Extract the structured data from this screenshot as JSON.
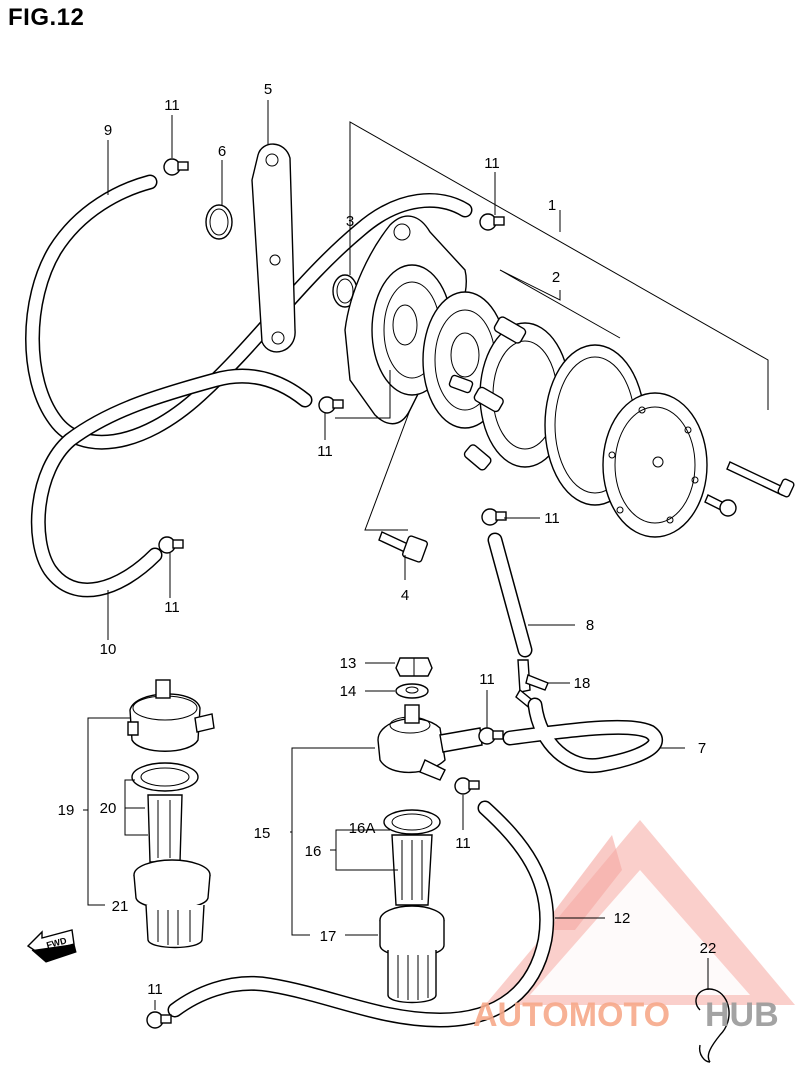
{
  "figure": {
    "title": "FIG.12"
  },
  "callouts": [
    {
      "id": "c1",
      "text": "1"
    },
    {
      "id": "c2",
      "text": "2"
    },
    {
      "id": "c3",
      "text": "3"
    },
    {
      "id": "c4",
      "text": "4"
    },
    {
      "id": "c5",
      "text": "5"
    },
    {
      "id": "c6",
      "text": "6"
    },
    {
      "id": "c7",
      "text": "7"
    },
    {
      "id": "c8",
      "text": "8"
    },
    {
      "id": "c9",
      "text": "9"
    },
    {
      "id": "c10",
      "text": "10"
    },
    {
      "id": "c11a",
      "text": "11"
    },
    {
      "id": "c11b",
      "text": "11"
    },
    {
      "id": "c11c",
      "text": "11"
    },
    {
      "id": "c11d",
      "text": "11"
    },
    {
      "id": "c11e",
      "text": "11"
    },
    {
      "id": "c11f",
      "text": "11"
    },
    {
      "id": "c11g",
      "text": "11"
    },
    {
      "id": "c11h",
      "text": "11"
    },
    {
      "id": "c12",
      "text": "12"
    },
    {
      "id": "c13",
      "text": "13"
    },
    {
      "id": "c14",
      "text": "14"
    },
    {
      "id": "c15",
      "text": "15"
    },
    {
      "id": "c16",
      "text": "16"
    },
    {
      "id": "c16a",
      "text": "16A"
    },
    {
      "id": "c17",
      "text": "17"
    },
    {
      "id": "c18",
      "text": "18"
    },
    {
      "id": "c19",
      "text": "19"
    },
    {
      "id": "c20",
      "text": "20"
    },
    {
      "id": "c21",
      "text": "21"
    },
    {
      "id": "c22",
      "text": "22"
    }
  ],
  "fwd_label": "FWD",
  "watermark": {
    "text_a": "AUTOMOTO",
    "text_b": "HUB",
    "color_a": "#f7a98a",
    "color_b": "#9a9a9a",
    "triangle_color": "#f08080"
  },
  "colors": {
    "line": "#000000",
    "background": "#ffffff"
  }
}
